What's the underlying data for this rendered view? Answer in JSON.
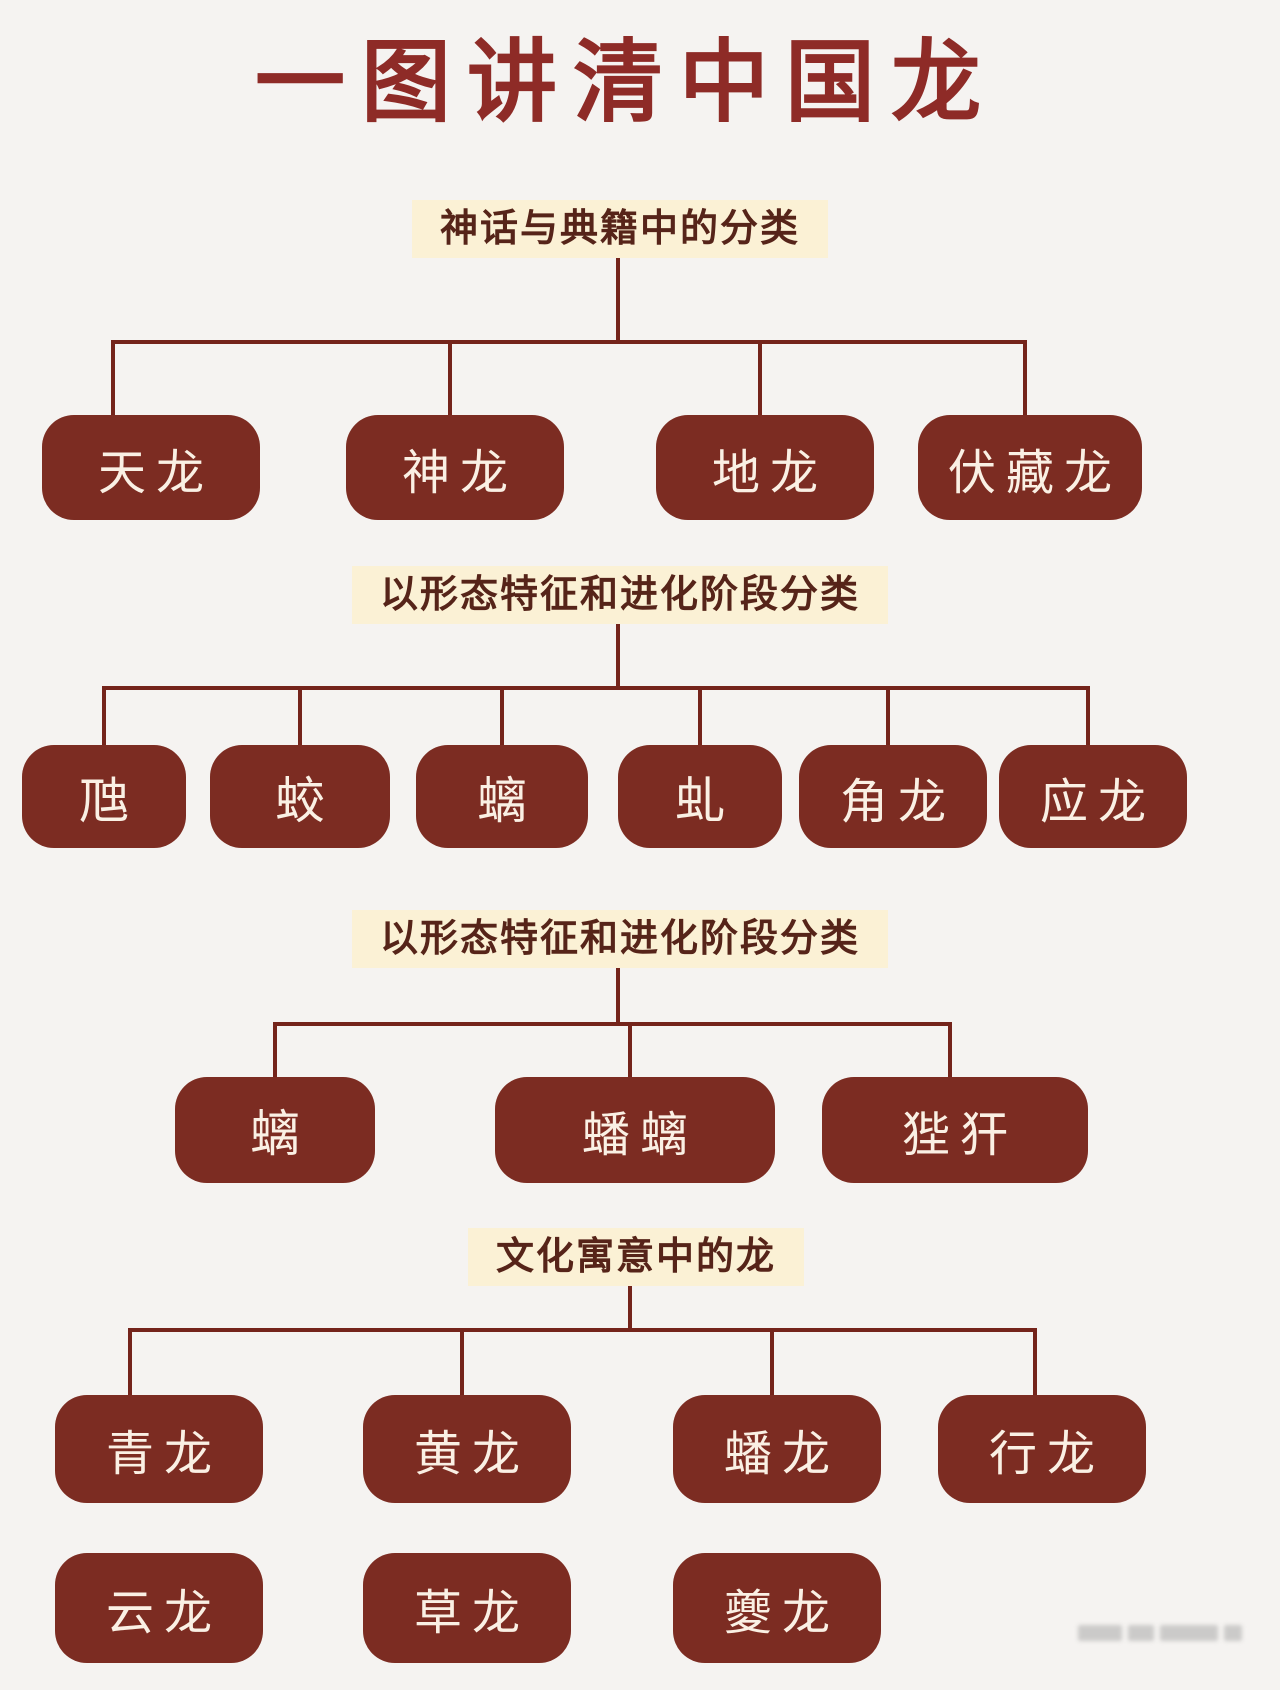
{
  "title": "一图讲清中国龙",
  "sections": [
    {
      "header": "神话与典籍中的分类",
      "nodes": [
        {
          "label": "天龙"
        },
        {
          "label": "神龙"
        },
        {
          "label": "地龙"
        },
        {
          "label": "伏藏龙"
        }
      ]
    },
    {
      "header": "以形态特征和进化阶段分类",
      "nodes": [
        {
          "label": "虺"
        },
        {
          "label": "蛟"
        },
        {
          "label": "螭"
        },
        {
          "label": "虬"
        },
        {
          "label": "角龙"
        },
        {
          "label": "应龙"
        }
      ]
    },
    {
      "header": "以形态特征和进化阶段分类",
      "nodes": [
        {
          "label": "螭"
        },
        {
          "label": "蟠螭"
        },
        {
          "label": "狴犴"
        }
      ]
    },
    {
      "header": "文化寓意中的龙",
      "nodes": [
        {
          "label": "青龙"
        },
        {
          "label": "黄龙"
        },
        {
          "label": "蟠龙"
        },
        {
          "label": "行龙"
        },
        {
          "label": "云龙"
        },
        {
          "label": "草龙"
        },
        {
          "label": "夔龙"
        }
      ]
    }
  ],
  "colors": {
    "background": "#f5f3f1",
    "title_text": "#8e2b27",
    "node_background": "#7c2c22",
    "node_text": "#faf0e4",
    "header_background": "#fbf1d5",
    "header_text": "#562419",
    "connector": "#74241b"
  }
}
